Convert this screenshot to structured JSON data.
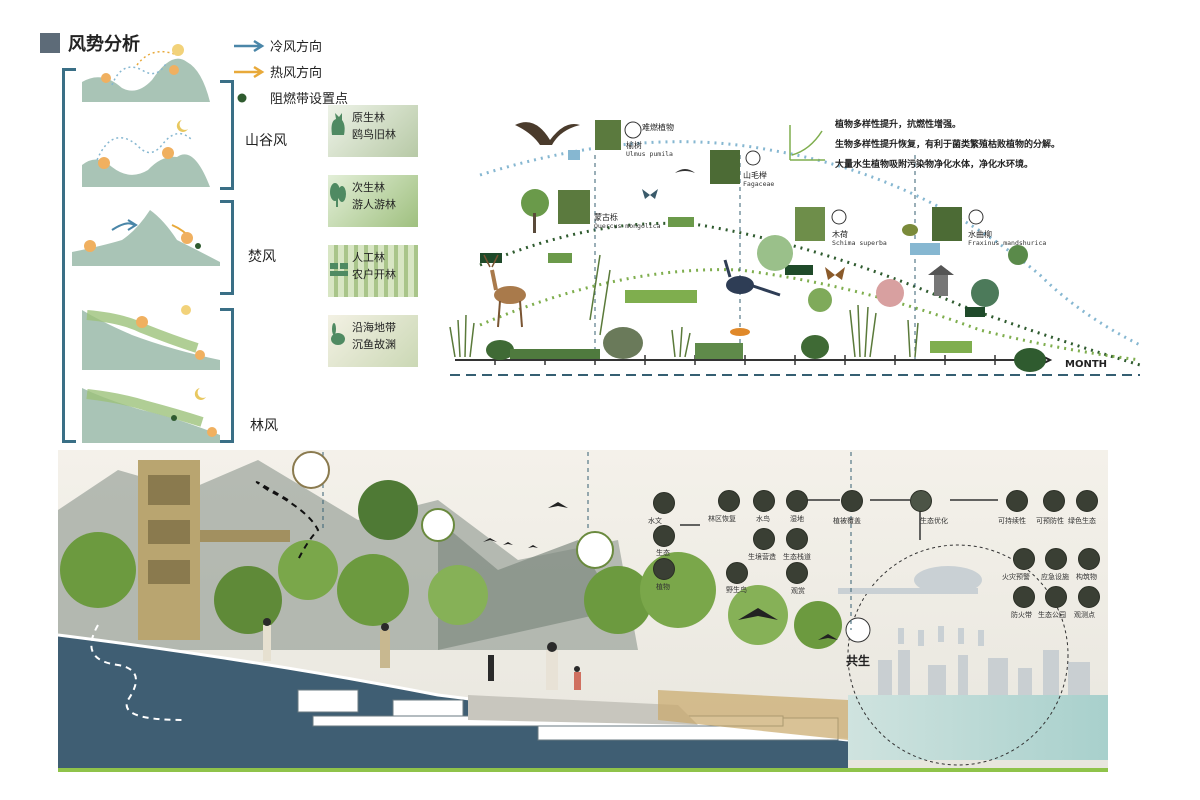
{
  "wind_panel": {
    "title": "风势分析",
    "legend": [
      {
        "label": "冷风方向",
        "color": "#4a86a8"
      },
      {
        "label": "热风方向",
        "color": "#e8a93a"
      },
      {
        "label": "阻燃带设置点",
        "color": "#2f5b2f"
      }
    ],
    "wind_types": [
      "山谷风",
      "焚风",
      "林风"
    ],
    "forests": [
      {
        "name": "原生林",
        "desc": "鸥鸟旧林",
        "icon": "cat-icon"
      },
      {
        "name": "次生林",
        "desc": "游人游林",
        "icon": "leaf-icon"
      },
      {
        "name": "人工林",
        "desc": "农户开林",
        "icon": "house-icon"
      },
      {
        "name": "沿海地带",
        "desc": "沉鱼故渊",
        "icon": "rabbit-icon"
      }
    ]
  },
  "bio_chart": {
    "notes": [
      "植物多样性提升，抗燃性增强。",
      "生物多样性提升恢复，有利于菌类繁殖枯败植物的分解。",
      "大量水生植物吸附污染物净化水体，净化水环境。"
    ],
    "plants": [
      {
        "cn": "榆树",
        "lat": "Ulmus pumila",
        "tag": "难燃植物"
      },
      {
        "cn": "山毛榉",
        "lat": "Fagaceae"
      },
      {
        "cn": "蒙古栎",
        "lat": "Quercus mongolica"
      },
      {
        "cn": "木荷",
        "lat": "Schima superba"
      },
      {
        "cn": "水曲柳",
        "lat": "Fraxinus mandshurica"
      }
    ],
    "x_axis_label": "MONTH"
  },
  "scene": {
    "eco_nodes": [
      {
        "label": "水文"
      },
      {
        "label": "林区恢复"
      },
      {
        "label": "水鸟"
      },
      {
        "label": "湿地"
      },
      {
        "label": "植被覆盖"
      },
      {
        "label": "生态优化"
      },
      {
        "label": "可持续性"
      },
      {
        "label": "可预防性"
      },
      {
        "label": "绿色生态"
      },
      {
        "label": "生态"
      },
      {
        "label": "生境营造"
      },
      {
        "label": "生态栈道"
      },
      {
        "label": "火灾预警"
      },
      {
        "label": "应急设施"
      },
      {
        "label": "构筑物"
      },
      {
        "label": "植物"
      },
      {
        "label": "野生鸟"
      },
      {
        "label": "观赏"
      },
      {
        "label": "防火带"
      },
      {
        "label": "生态公园"
      },
      {
        "label": "观测点"
      }
    ],
    "symbiosis": "共生"
  },
  "colors": {
    "cold_wind": "#4a86a8",
    "hot_wind": "#e8a93a",
    "terrain": "#a9c4b6",
    "dark_green": "#2f5b2f",
    "light_green": "#7fae4e",
    "sky_blue_dot": "#86b7d1",
    "axis": "#355f72"
  }
}
